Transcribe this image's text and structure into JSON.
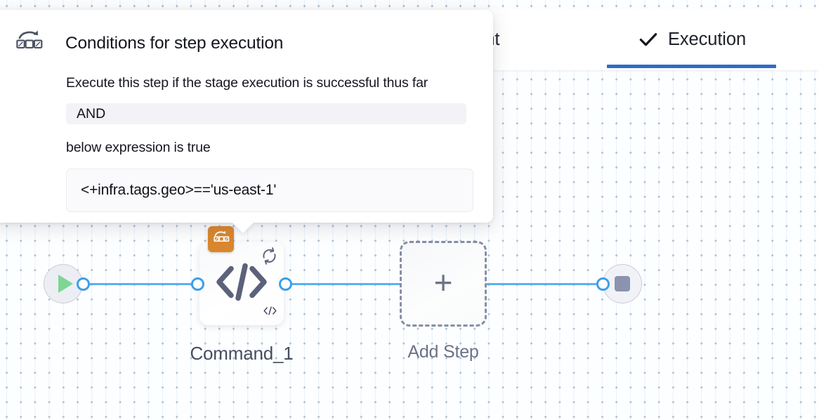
{
  "header": {
    "tabs": [
      {
        "id": "environment",
        "label": "ronment",
        "full_label": "Environment",
        "active": false,
        "icon": null
      },
      {
        "id": "execution",
        "label": "Execution",
        "active": true,
        "icon": "check-icon"
      }
    ],
    "active_tab_accent": "#2d6cc9"
  },
  "popover": {
    "icon": "conditional-execution-icon",
    "title": "Conditions for step execution",
    "description": "Execute this step if the stage execution is successful thus far",
    "operator_value": "AND",
    "description_2": "below expression is true",
    "expression_value": "<+infra.tags.geo>=='us-east-1'"
  },
  "pipeline": {
    "start_node": {
      "icon": "play-icon",
      "color": "#7ed694"
    },
    "end_node": {
      "icon": "stop-icon",
      "color": "#8b93ae"
    },
    "steps": [
      {
        "id": "command-1",
        "label": "Command_1",
        "main_icon": "code-icon",
        "retry_icon": "retry-loop-icon",
        "type_icon": "code-icon-small",
        "badge_icon": "conditional-execution-icon",
        "badge_color": "#d9872e"
      }
    ],
    "add_step": {
      "label": "Add Step",
      "icon": "plus-icon"
    },
    "connector_color": "#5bb0ec"
  }
}
